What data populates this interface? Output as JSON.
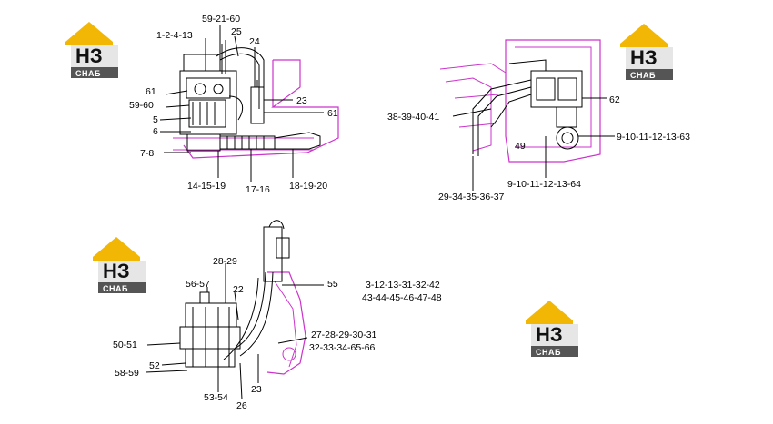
{
  "logo": {
    "mark": "НЗ",
    "caption": "СНАБ",
    "colors": {
      "roof": "#f2b705",
      "body": "#555555",
      "text": "#111111"
    }
  },
  "colors": {
    "line": "#000000",
    "magenta": "#cc33cc"
  },
  "callouts": {
    "a1": "1-2-4-13",
    "a2": "59-21-60",
    "a3": "25",
    "a4": "24",
    "a5": "61",
    "a6": "59-60",
    "a7": "5",
    "a8": "6",
    "a9": "23",
    "a10": "61",
    "a11": "7-8",
    "a12": "14-15-19",
    "a13": "17-16",
    "a14": "18-19-20",
    "b1": "38-39-40-41",
    "b2": "62",
    "b3": "49",
    "b4": "9-10-11-12-13-63",
    "b5": "9-10-11-12-13-64",
    "b6": "29-34-35-36-37",
    "c1": "28-29",
    "c2": "56-57",
    "c3": "22",
    "c4": "55",
    "c5": "3-12-13-31-32-42",
    "c6": "43-44-45-46-47-48",
    "c7": "27-28-29-30-31",
    "c8": "32-33-34-65-66",
    "c9": "50-51",
    "c10": "52",
    "c11": "58-59",
    "c12": "53-54",
    "c13": "26",
    "c14": "23"
  }
}
